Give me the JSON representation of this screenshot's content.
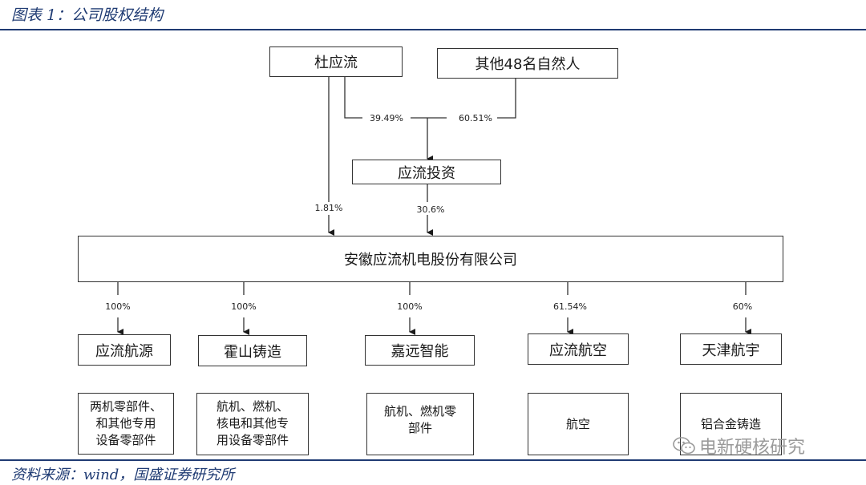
{
  "figure_title": "图表 1：公司股权结构",
  "source": "资料来源：wind，国盛证券研究所",
  "watermark": "电新硬核研究",
  "shareholders": {
    "du": "杜应流",
    "others": "其他48名自然人",
    "du_pct": "39.49%",
    "others_pct": "60.51%"
  },
  "holding": {
    "name": "应流投资",
    "du_direct_pct": "1.81%",
    "holding_pct": "30.6%"
  },
  "company": "安徽应流机电股份有限公司",
  "subsidiaries": [
    {
      "pct": "100%",
      "name": "应流航源",
      "business": "两机零部件、\n和其他专用\n设备零部件"
    },
    {
      "pct": "100%",
      "name": "霍山铸造",
      "business": "航机、燃机、\n核电和其他专\n用设备零部件"
    },
    {
      "pct": "100%",
      "name": "嘉远智能",
      "business": "航机、燃机零\n部件"
    },
    {
      "pct": "61.54%",
      "name": "应流航空",
      "business": "航空"
    },
    {
      "pct": "60%",
      "name": "天津航宇",
      "business": "铝合金铸造"
    }
  ]
}
